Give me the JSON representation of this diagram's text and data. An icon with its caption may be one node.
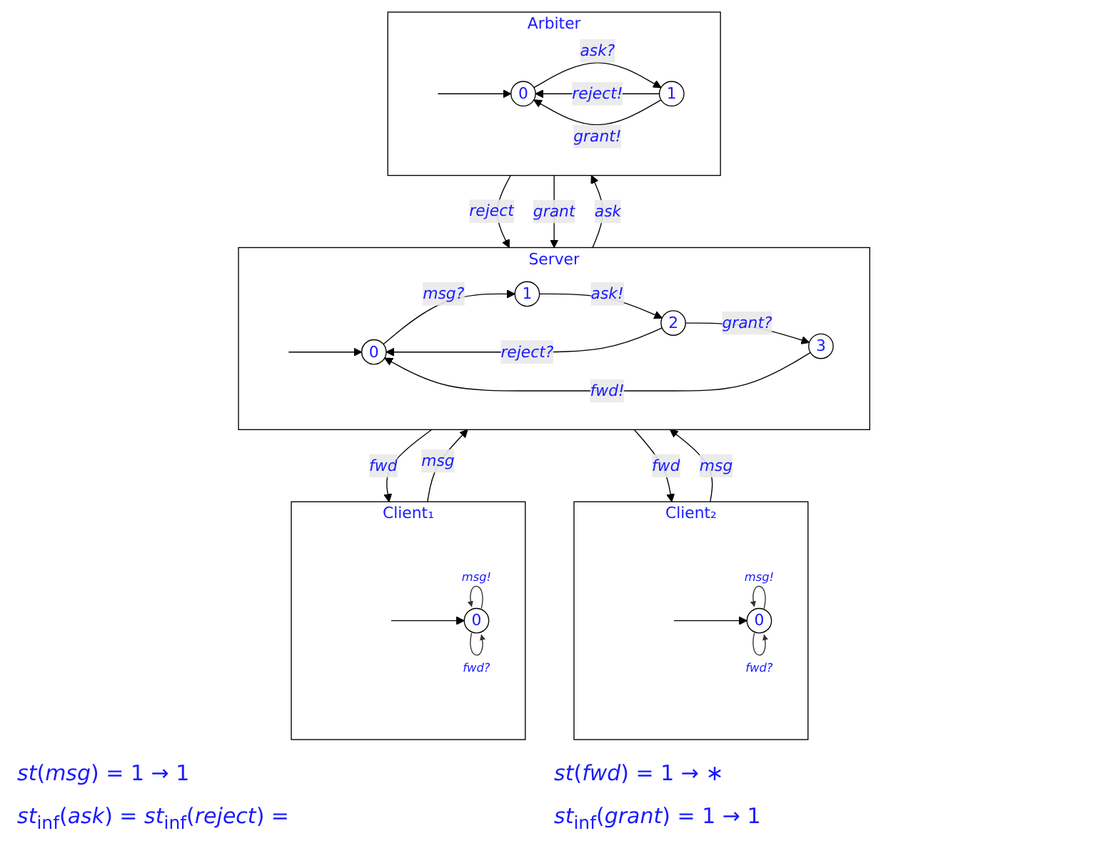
{
  "diagram": {
    "nodes": [
      {
        "text": [
          "Client₁"
        ]
      },
      {
        "text": [
          "0"
        ],
        "in": 0
      },
      {
        "text": [
          "Client₂"
        ]
      },
      {
        "text": [
          "0"
        ],
        "in": 2
      },
      {
        "text": [
          "Server"
        ]
      },
      {
        "text": [
          "0"
        ],
        "in": 4
      },
      {
        "text": [
          "1"
        ],
        "in": 4
      },
      {
        "text": [
          "2"
        ],
        "in": 4
      },
      {
        "text": [
          "3"
        ],
        "in": 4
      },
      {
        "text": [
          "Arbiter"
        ]
      },
      {
        "text": [
          "0"
        ],
        "in": 9
      },
      {
        "text": [
          "1"
        ],
        "in": 9
      }
    ],
    "edges": [
      {
        "from": null,
        "to": 1,
        "arrow": "to"
      },
      {
        "from": 1,
        "to": 1,
        "label": "msg!",
        "arrow": "to"
      },
      {
        "from": 1,
        "to": 1,
        "label": "fwd?",
        "arrow": "to"
      },
      {
        "from": null,
        "to": 3,
        "arrow": "to"
      },
      {
        "from": 3,
        "to": 3,
        "label": "msg!",
        "arrow": "to"
      },
      {
        "from": 3,
        "to": 3,
        "label": "fwd?",
        "arrow": "to"
      },
      {
        "from": 0,
        "to": 4,
        "label": "msg",
        "arrow": "to"
      },
      {
        "from": 4,
        "to": 0,
        "label": "fwd",
        "arrow": "to"
      },
      {
        "from": 2,
        "to": 4,
        "label": "msg",
        "arrow": "to"
      },
      {
        "from": 4,
        "to": 2,
        "label": "fwd",
        "arrow": "to"
      },
      {
        "from": null,
        "to": 5,
        "arrow": "to"
      },
      {
        "from": 5,
        "to": 6,
        "label": "msg?",
        "arrow": "to"
      },
      {
        "from": 6,
        "to": 7,
        "label": "ask!",
        "arrow": "to"
      },
      {
        "from": 7,
        "to": 5,
        "label": "reject?",
        "arrow": "to"
      },
      {
        "from": 7,
        "to": 8,
        "label": "grant?",
        "arrow": "to"
      },
      {
        "from": 8,
        "to": 5,
        "label": "fwd!",
        "arrow": "to"
      },
      {
        "from": 4,
        "to": 9,
        "label": "ask",
        "arrow": "to"
      },
      {
        "from": 9,
        "to": 4,
        "label": "reject",
        "arrow": "to"
      },
      {
        "from": 9,
        "to": 4,
        "label": "grant",
        "arrow": "to"
      },
      {
        "from": null,
        "to": 10,
        "arrow": "to"
      },
      {
        "from": 10,
        "to": 11,
        "label": "ask?",
        "arrow": "to"
      },
      {
        "from": 11,
        "to": 10,
        "label": "reject!",
        "arrow": "to"
      },
      {
        "from": 11,
        "to": 10,
        "label": "grant!",
        "arrow": "to"
      }
    ],
    "labels": [
      "*st*(*msg*) = 1 → 1",
      "*st*(*fwd*) = 1 → ∗",
      "*st*$_{inf}$(*ask*) = *st*$_{inf}$(*reject*) =",
      "*st*$_{inf}$(*grant*) = 1 → 1"
    ]
  }
}
